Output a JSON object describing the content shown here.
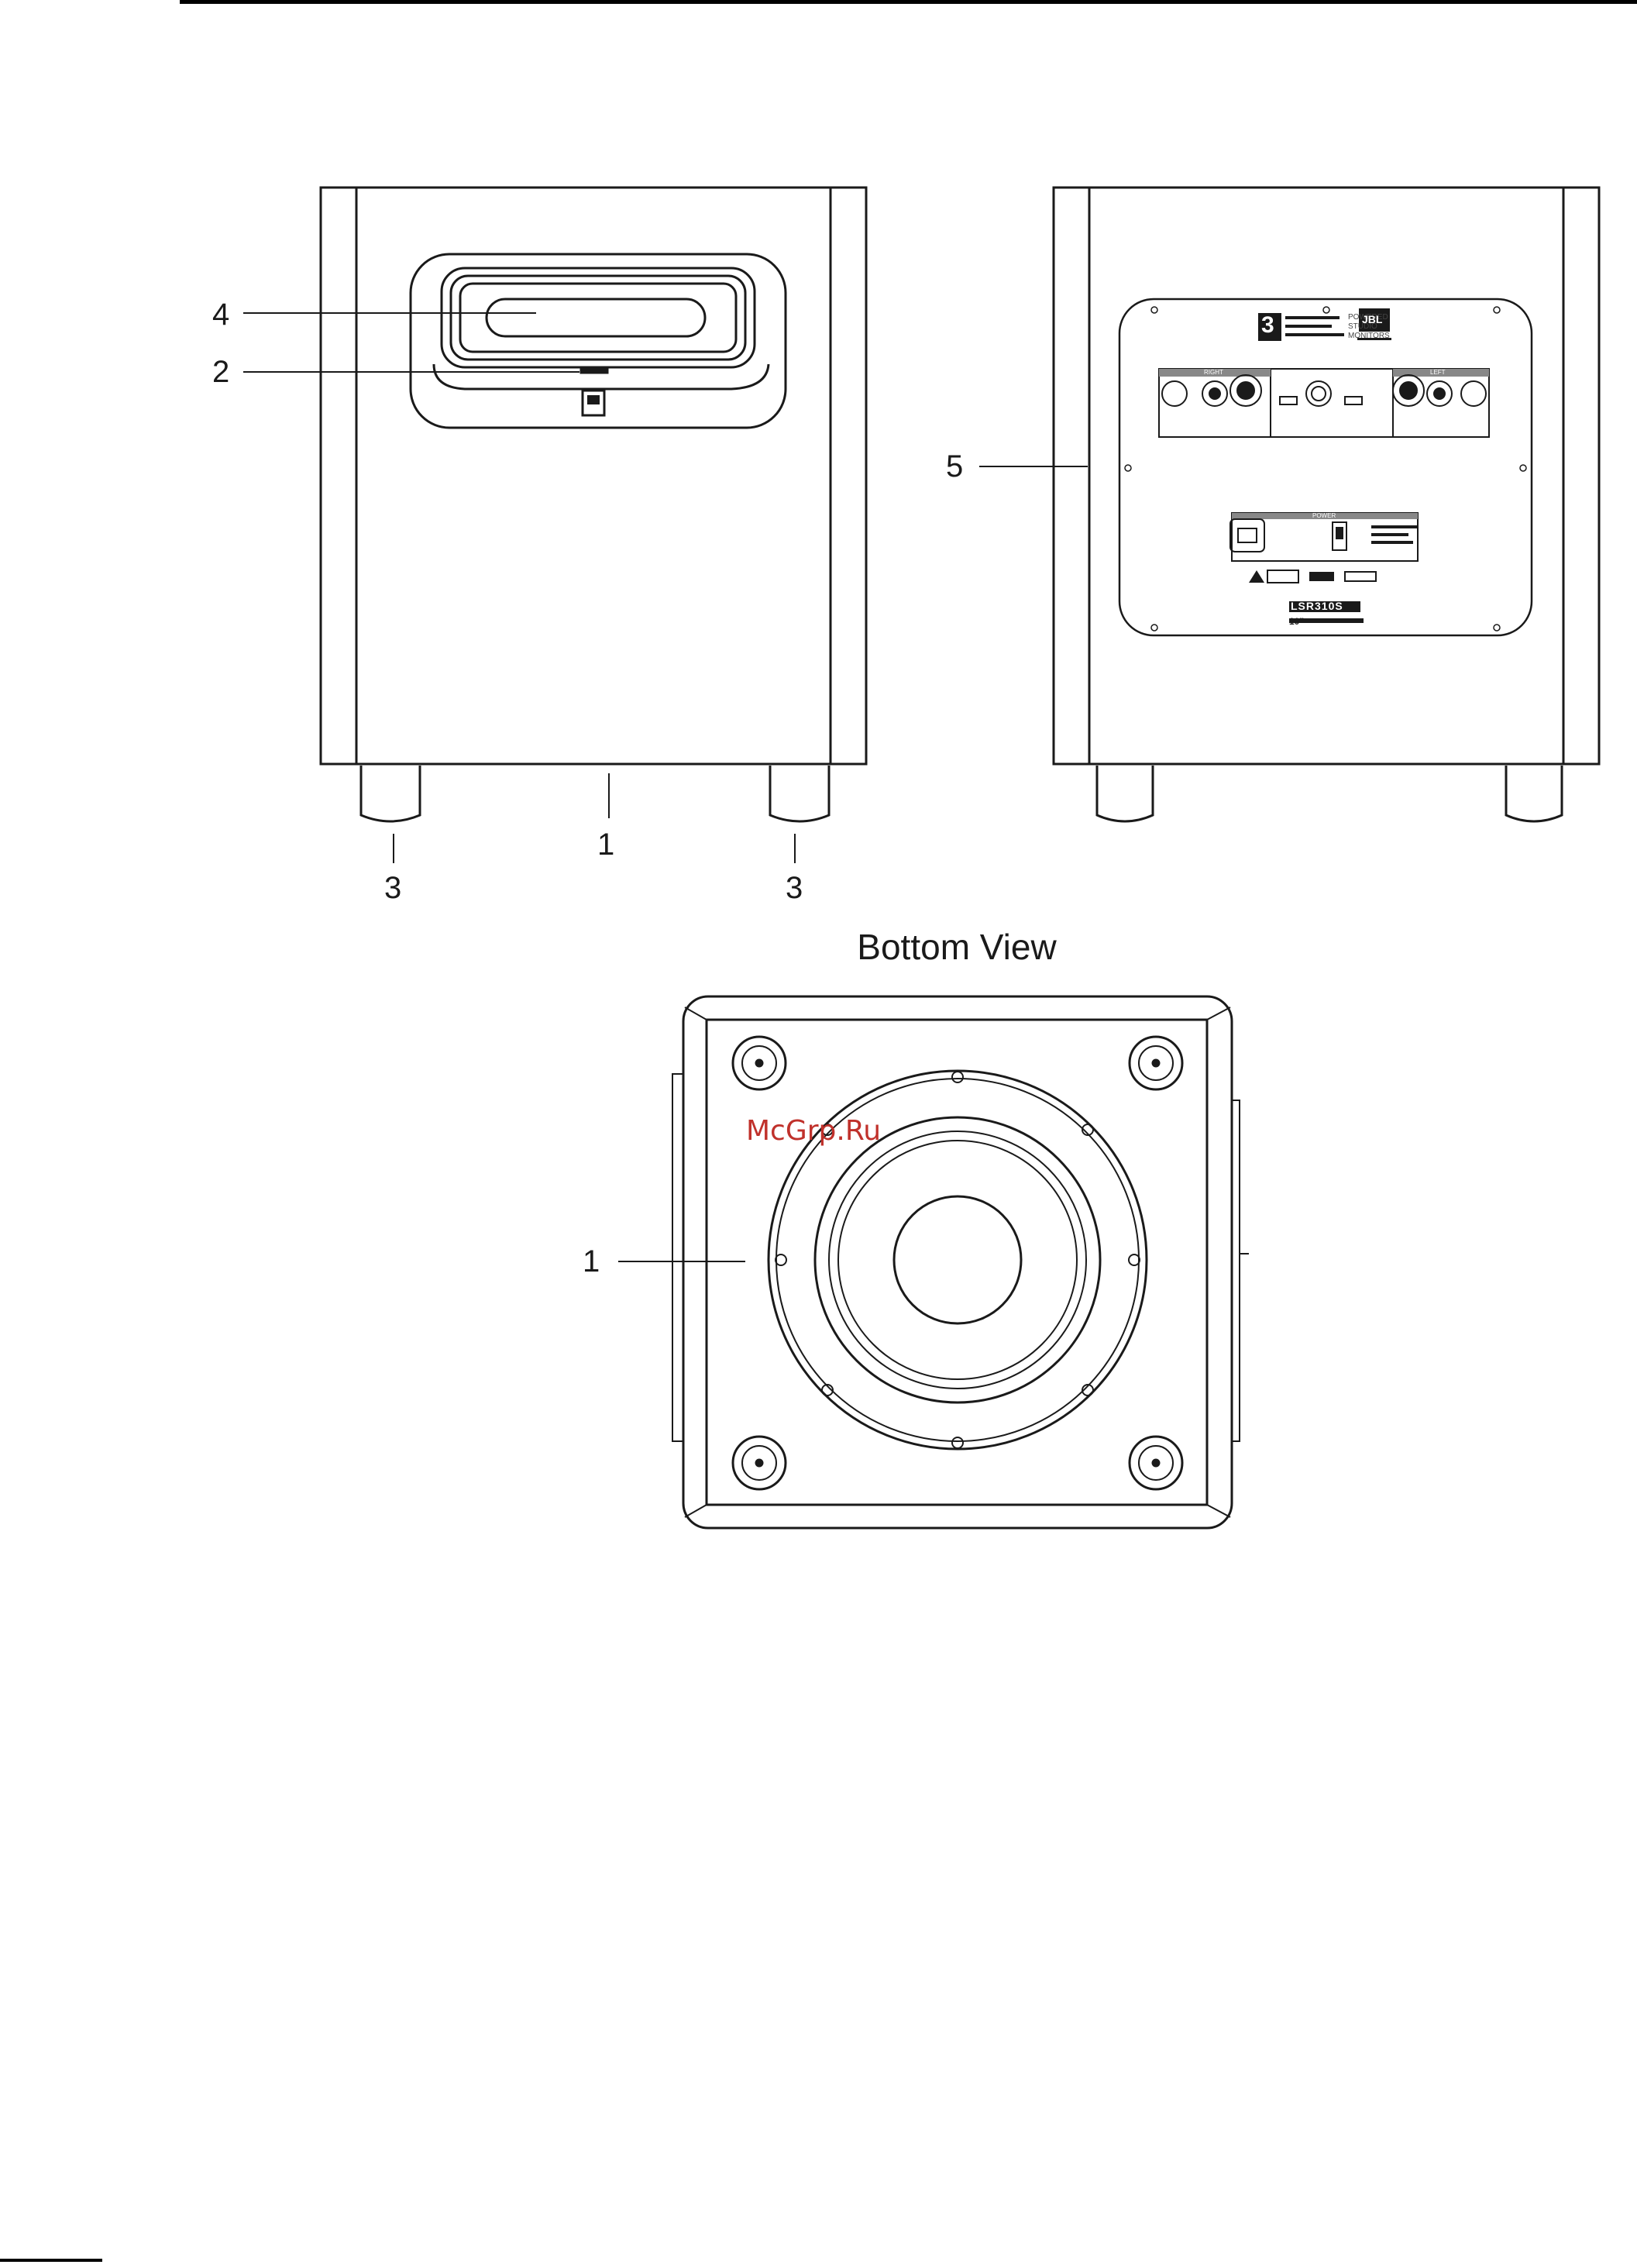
{
  "figure": {
    "callouts": {
      "front_1": "1",
      "front_2": "2",
      "front_3_left": "3",
      "front_3_right": "3",
      "front_4": "4",
      "rear_5": "5",
      "bottom_1": "1"
    },
    "bottom_view_title": "Bottom View",
    "rear_panel": {
      "series_logo": "3",
      "series_text": [
        "POWERED",
        "STUDIO",
        "MONITORS"
      ],
      "brand": "JBL",
      "section_right": "RIGHT",
      "section_left": "LEFT",
      "section_power": "POWER",
      "model": "LSR310S",
      "size": "10\""
    }
  },
  "watermark": "McGrp.Ru"
}
